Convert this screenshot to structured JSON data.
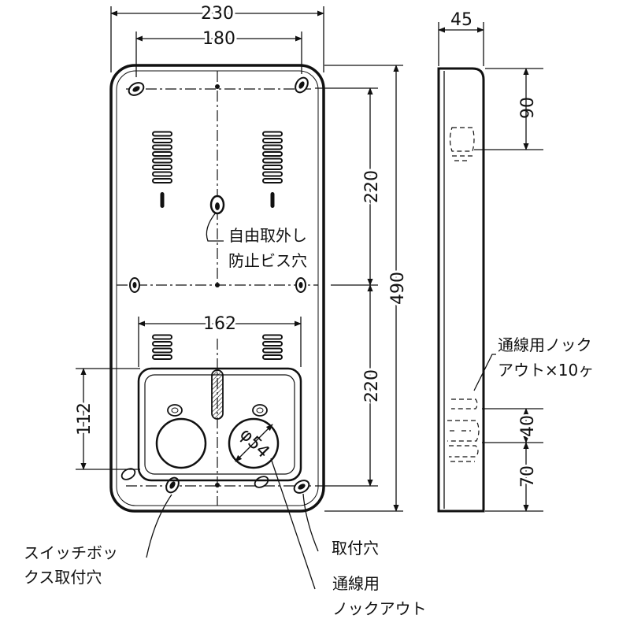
{
  "dimensions": {
    "overall_width": "230",
    "hole_spacing": "180",
    "box_width": "162",
    "box_height": "112",
    "knockout_diameter": "φ54",
    "upper_span": "220",
    "lower_span": "220",
    "overall_height": "490",
    "depth": "45",
    "side_top": "90",
    "side_mid": "40",
    "side_bottom": "70"
  },
  "labels": {
    "screw_hole_line1": "自由取外し",
    "screw_hole_line2": "防止ビス穴",
    "knockout_side_line1": "通線用ノック",
    "knockout_side_line2": "アウト×10ヶ",
    "mount_hole": "取付穴",
    "wiring_knockout_line1": "通線用",
    "wiring_knockout_line2": "ノックアウト",
    "switch_box_line1": "スイッチボッ",
    "switch_box_line2": "クス取付穴"
  }
}
